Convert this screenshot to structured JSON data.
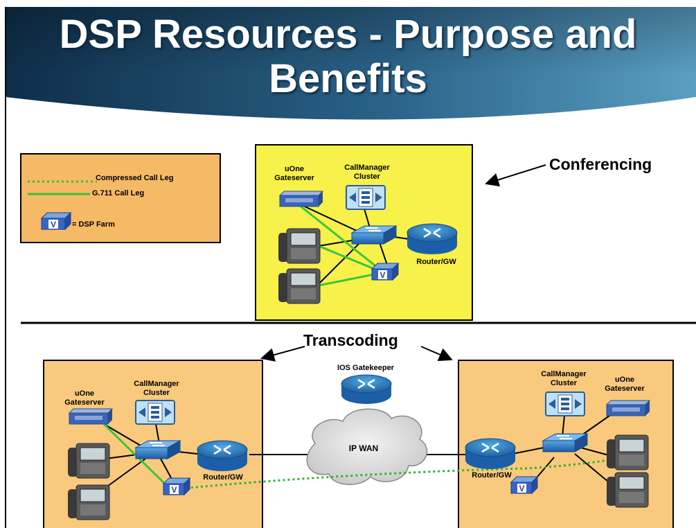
{
  "title": {
    "line1": "DSP Resources - Purpose and",
    "line2": "Benefits"
  },
  "legend": {
    "compressed": "Compressed Call Leg",
    "g711": "G.711 Call Leg",
    "dsp_farm": "= DSP Farm"
  },
  "conferencing": {
    "callout": "Conferencing",
    "uone": "uOne\nGateserver",
    "callmanager": "CallManager\nCluster",
    "router": "Router/GW"
  },
  "transcoding": {
    "callout": "Transcoding",
    "gatekeeper": "IOS Gatekeeper",
    "wan": "IP WAN",
    "left": {
      "uone": "uOne\nGateserver",
      "callmanager": "CallManager\nCluster",
      "router": "Router/GW"
    },
    "right": {
      "callmanager": "CallManager\nCluster",
      "uone": "uOne\nGateserver",
      "router": "Router/GW"
    }
  },
  "colors": {
    "title_band": "#1f4f72",
    "box_fill": "#f7f14a",
    "legend_fill": "#f6b966",
    "transcode_fill": "#f9c97d",
    "g711_line": "#3cc43c",
    "compressed_line": "#2fb52f",
    "router_blue": "#2a7fc0"
  },
  "icons": [
    "ip-phone-icon",
    "switch-icon",
    "router-icon",
    "server-icon",
    "callmanager-icon",
    "dsp-farm-icon",
    "cloud-icon"
  ]
}
